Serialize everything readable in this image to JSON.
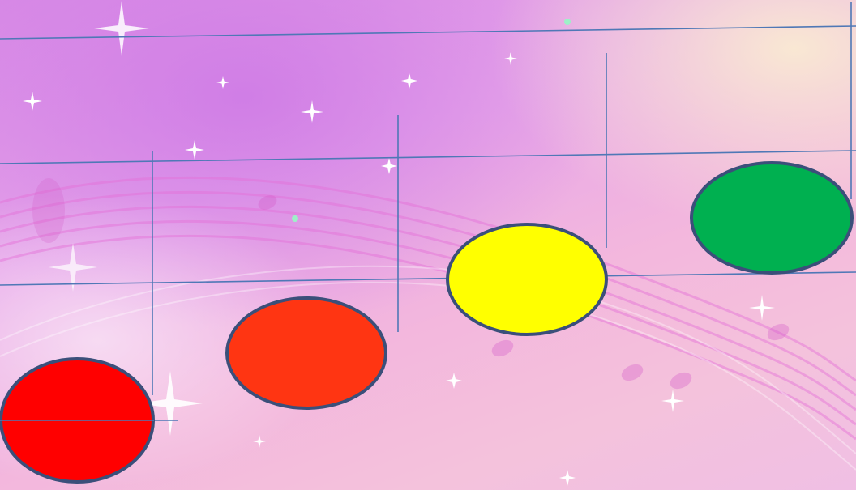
{
  "colors": {
    "background_top": "#d98ce6",
    "background_mid": "#f3b7dd",
    "background_corner": "#faebd2",
    "staff_line": "#4f78b6",
    "note_outline": "#3b4f7a",
    "note_red": "#ff0000",
    "note_orange_red": "#ff3512",
    "note_yellow": "#ffff00",
    "note_green": "#00b050"
  },
  "background_decor": [
    "music-notes-swirl",
    "sparkle-stars",
    "watermark-logo"
  ],
  "notes": [
    {
      "name": "red-note",
      "color": "#ff0000",
      "stem": "up-right"
    },
    {
      "name": "orange-red-note",
      "color": "#ff3512",
      "stem": "up-right"
    },
    {
      "name": "yellow-note",
      "color": "#ffff00",
      "stem": "up-right"
    },
    {
      "name": "green-note",
      "color": "#00b050",
      "stem": "up-right"
    }
  ]
}
